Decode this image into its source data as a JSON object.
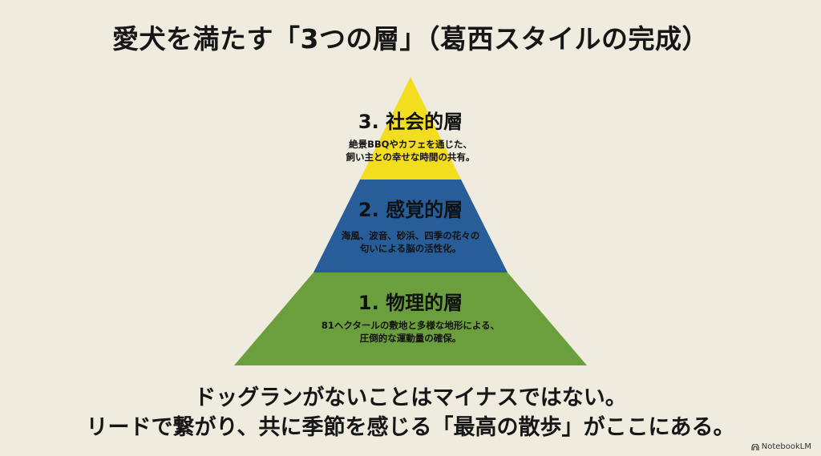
{
  "title": "愛犬を満たす「3つの層」（葛西スタイルの完成）",
  "pyramid": {
    "colors": {
      "top": "#f2de1f",
      "middle": "#275e9a",
      "bottom": "#6b9e3c"
    },
    "layers": [
      {
        "title": "3. 社会的層",
        "desc": [
          "絶景BBQやカフェを通じた、",
          "飼い主との幸せな時間の共有。"
        ]
      },
      {
        "title": "2. 感覚的層",
        "desc": [
          "海風、波音、砂浜、四季の花々の",
          "匂いによる脳の活性化。"
        ]
      },
      {
        "title": "1. 物理的層",
        "desc": [
          "81ヘクタールの敷地と多様な地形による、",
          "圧倒的な運動量の確保。"
        ]
      }
    ]
  },
  "footer": {
    "line1": "ドッグランがないことはマイナスではない。",
    "line2": "リードで繋がり、共に季節を感じる「最高の散歩」がここにある。"
  },
  "watermark": {
    "text": "NotebookLM",
    "icon": "notebooklm-logo-icon"
  }
}
